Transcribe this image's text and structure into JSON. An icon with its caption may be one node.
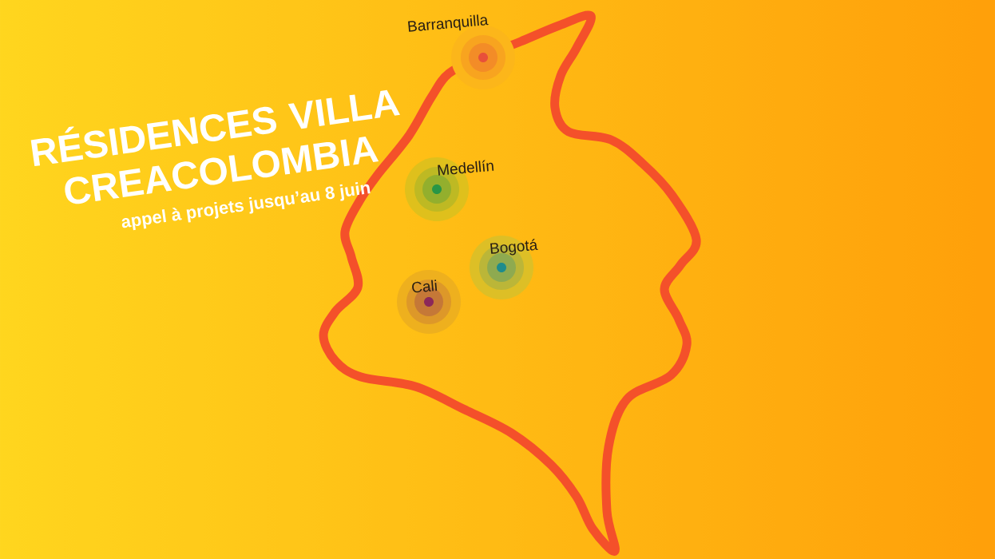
{
  "diagram": {
    "title": "RÉSIDENCES VILLA CREACOLOMBIA",
    "labels": [
      "appel à projets jusqu’au 8 juin",
      "Barranquilla",
      "Medellín",
      "Bogotá",
      "Cali"
    ]
  }
}
